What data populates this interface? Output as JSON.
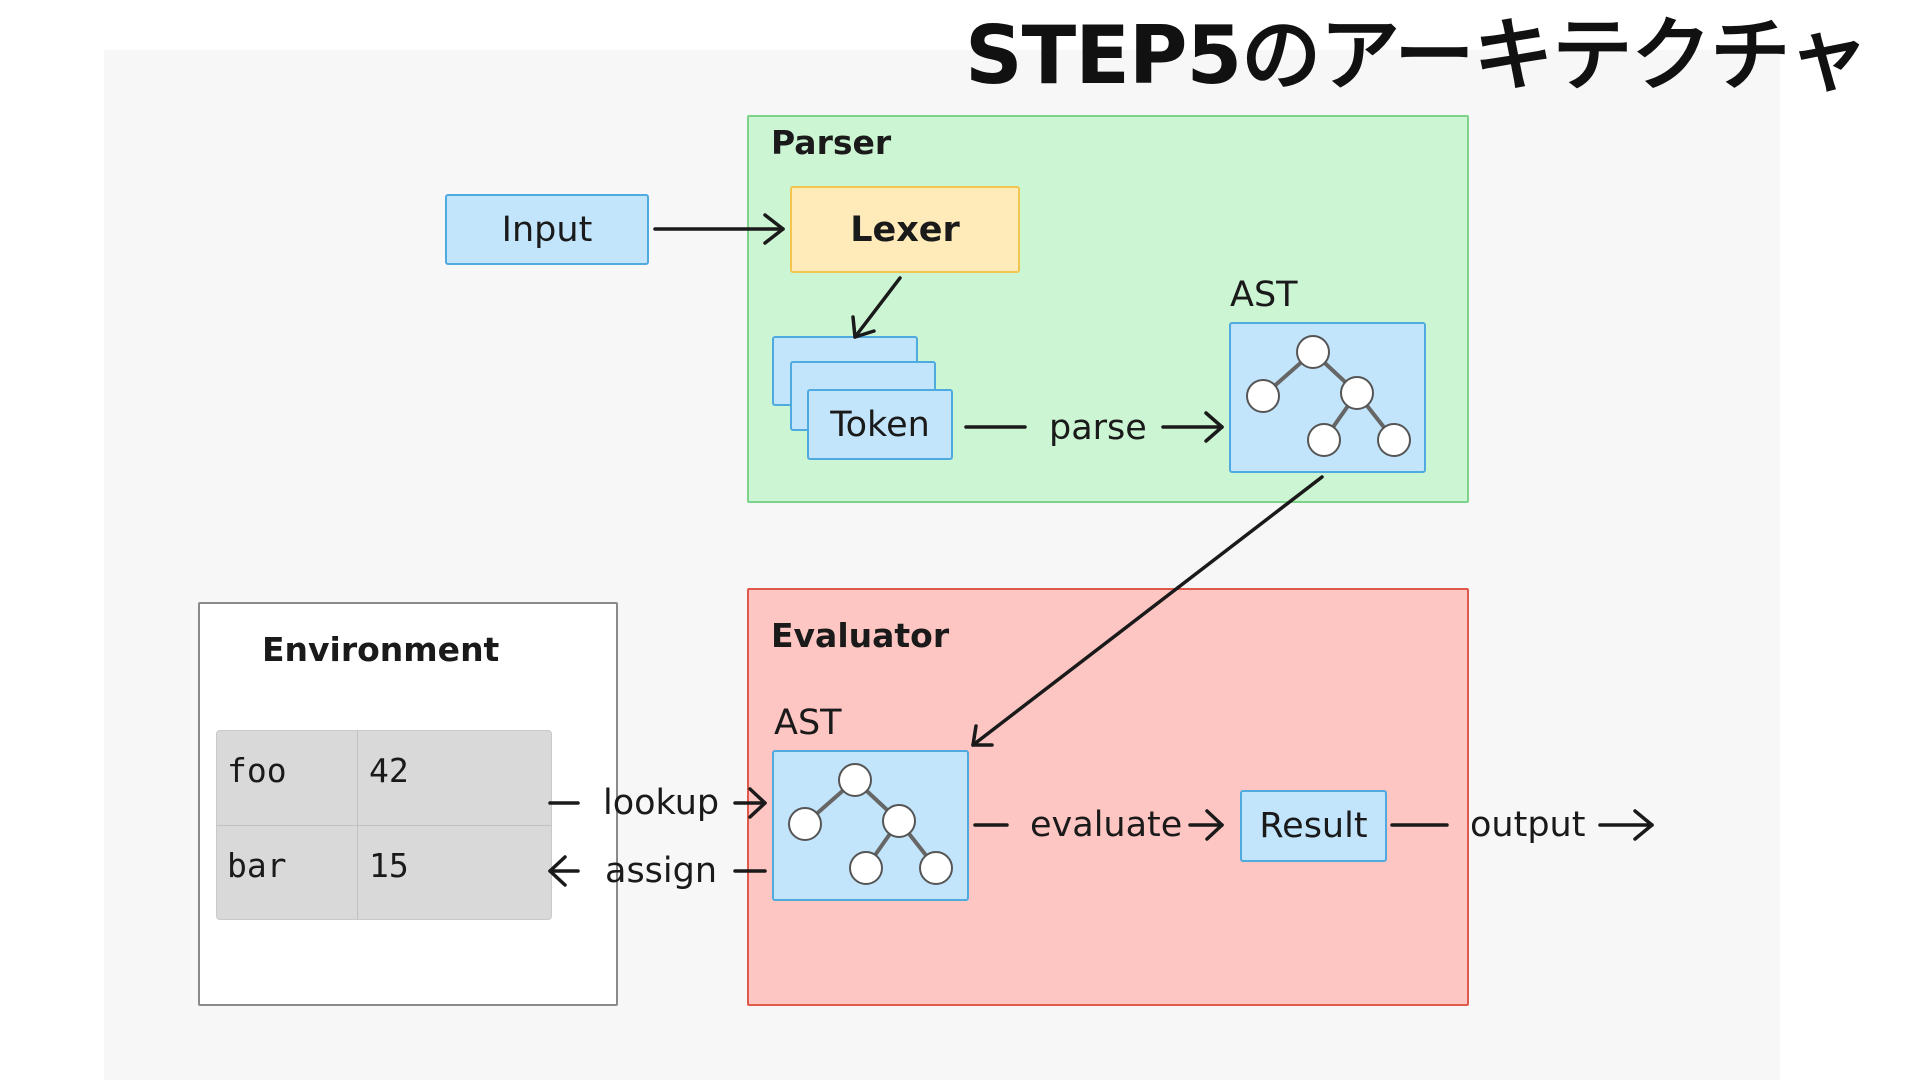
{
  "title": "STEP5のアーキテクチャ",
  "nodes": {
    "input": "Input",
    "lexer": "Lexer",
    "token": "Token",
    "ast": "AST",
    "result": "Result"
  },
  "regions": {
    "parser": "Parser",
    "evaluator": "Evaluator",
    "environment": "Environment"
  },
  "edges": {
    "parse": "parse",
    "evaluate": "evaluate",
    "output": "output",
    "lookup": "lookup",
    "assign": "assign"
  },
  "environment_table": [
    {
      "name": "foo",
      "value": "42"
    },
    {
      "name": "bar",
      "value": "15"
    }
  ],
  "colors": {
    "parser_fill": "#ccf5d3",
    "evaluator_fill": "#fec6c3",
    "node_blue": "#c2e5fb",
    "lexer_yellow": "#feebb9"
  }
}
